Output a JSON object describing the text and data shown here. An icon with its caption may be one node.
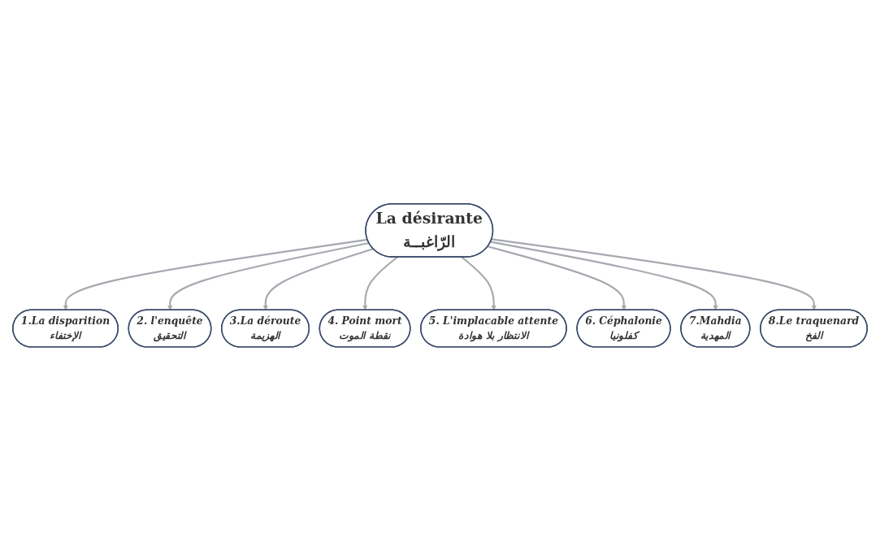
{
  "diagram": {
    "nodes": [
      {
        "text": [
          "La désirante",
          "الرّاغبــة"
        ]
      },
      {
        "text": [
          "1.La disparition",
          "الإختفاء"
        ]
      },
      {
        "text": [
          "2. l'enquête",
          "التحقيق"
        ]
      },
      {
        "text": [
          "3.La déroute",
          "الهزيمة"
        ]
      },
      {
        "text": [
          "4. Point mort",
          "نقطة الموت"
        ]
      },
      {
        "text": [
          "5. L'implacable attente",
          "الانتظار بلا هوادة"
        ]
      },
      {
        "text": [
          "6. Céphalonie",
          "كفلونيا"
        ]
      },
      {
        "text": [
          "7.Mahdia",
          "المهدية"
        ]
      },
      {
        "text": [
          "8.Le traquenard",
          "الفخ"
        ]
      }
    ],
    "edges": [
      {
        "from": 0,
        "to": 1,
        "arrow": "to"
      },
      {
        "from": 0,
        "to": 2,
        "arrow": "to"
      },
      {
        "from": 0,
        "to": 3,
        "arrow": "to"
      },
      {
        "from": 0,
        "to": 4,
        "arrow": "to"
      },
      {
        "from": 0,
        "to": 5,
        "arrow": "to"
      },
      {
        "from": 0,
        "to": 6,
        "arrow": "to"
      },
      {
        "from": 0,
        "to": 7,
        "arrow": "to"
      },
      {
        "from": 0,
        "to": 8,
        "arrow": "to"
      }
    ]
  }
}
